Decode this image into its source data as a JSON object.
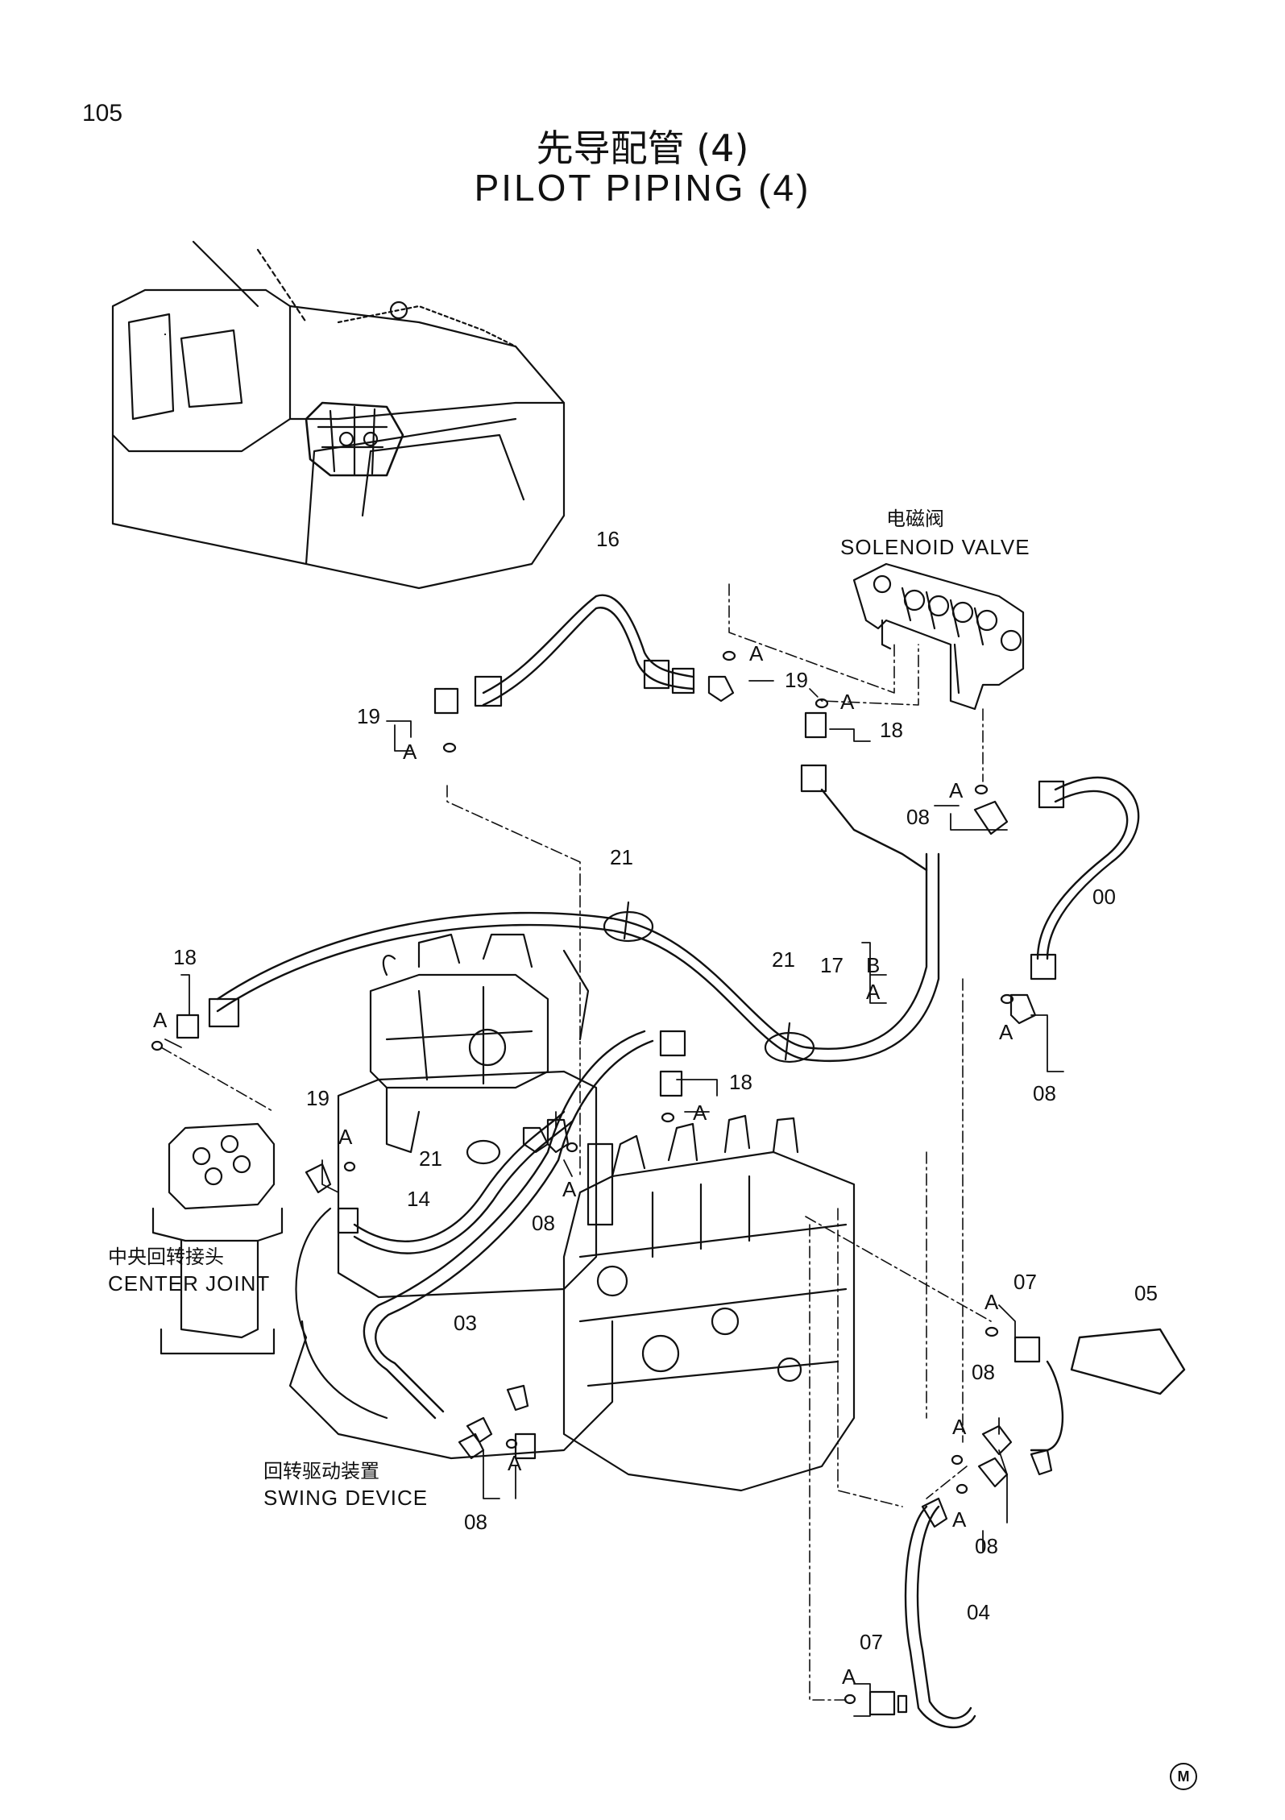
{
  "page_number": "105",
  "title_cn": "先导配管 (4)",
  "title_en": "PILOT PIPING (4)",
  "callouts": {
    "solenoid_cn": "电磁阀",
    "solenoid_en": "SOLENOID VALVE",
    "center_cn": "中央回转接头",
    "center_en": "CENTER JOINT",
    "swing_cn": "回转驱动装置",
    "swing_en": "SWING DEVICE"
  },
  "part_labels": {
    "p16": "16",
    "p19a": "19",
    "p19b": "19",
    "p19c": "19",
    "p18a": "18",
    "p18b": "18",
    "p18c": "18",
    "p08a": "08",
    "p08b": "08",
    "p08c": "08",
    "p08d": "08",
    "p08e": "08",
    "p08f": "08",
    "p00": "00",
    "p21a": "21",
    "p21b": "21",
    "p21c": "21",
    "p17": "17",
    "p14": "14",
    "p03": "03",
    "p07a": "07",
    "p07b": "07",
    "p05": "05",
    "p04": "04"
  },
  "ref_letters": {
    "a": "A",
    "b": "B"
  },
  "logo_mark": "M"
}
